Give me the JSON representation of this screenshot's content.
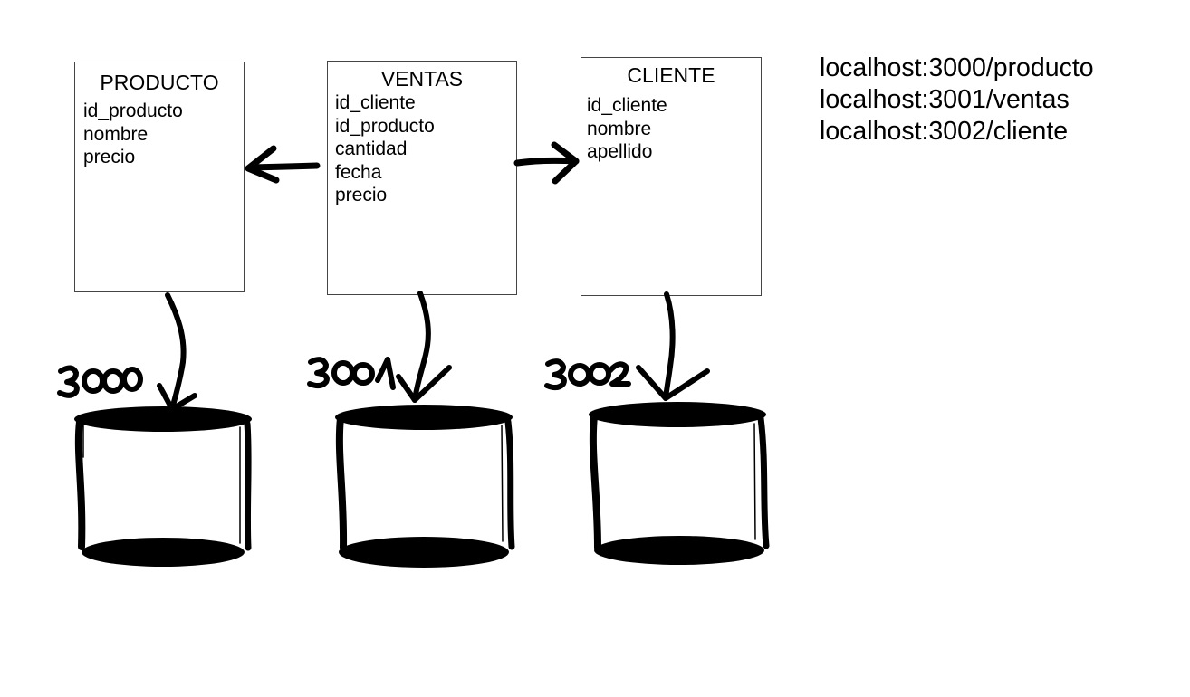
{
  "entities": {
    "producto": {
      "title": "PRODUCTO",
      "fields": [
        "id_producto",
        "nombre",
        "precio"
      ]
    },
    "ventas": {
      "title": "VENTAS",
      "fields": [
        "id_cliente",
        "id_producto",
        "cantidad",
        "fecha",
        "precio"
      ]
    },
    "cliente": {
      "title": "CLIENTE",
      "fields": [
        "id_cliente",
        "nombre",
        "apellido"
      ]
    }
  },
  "databases": {
    "producto": {
      "port_label": "3000"
    },
    "ventas": {
      "port_label": "3001"
    },
    "cliente": {
      "port_label": "3002"
    }
  },
  "urls": [
    "localhost:3000/producto",
    "localhost:3001/ventas",
    "localhost:3002/cliente"
  ],
  "colors": {
    "ink": "#000000",
    "box_border": "#444444"
  }
}
